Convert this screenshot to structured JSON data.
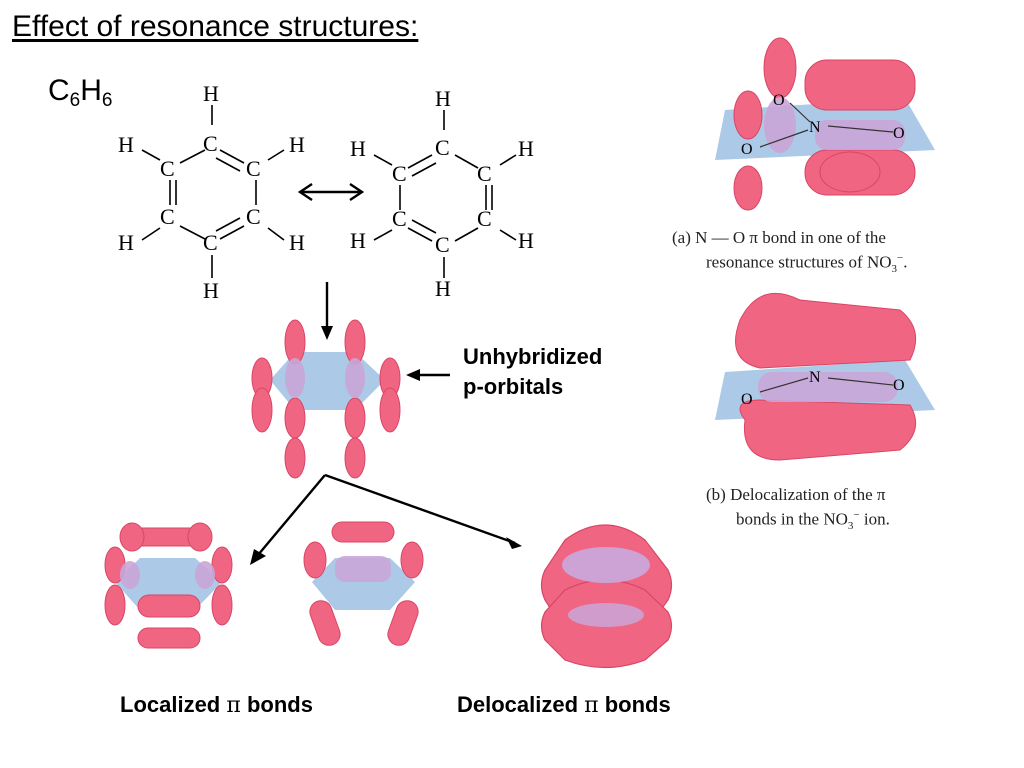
{
  "title": "Effect of resonance structures:",
  "formula": {
    "base1": "C",
    "sub1": "6",
    "base2": "H",
    "sub2": "6"
  },
  "atoms": {
    "carbon": "C",
    "hydrogen": "H",
    "nitrogen": "N",
    "oxygen": "O"
  },
  "resonance_arrow": "⟷",
  "p_orbital_label": {
    "line1": "Unhybridized",
    "line2": "p-orbitals"
  },
  "localized_label": {
    "pre": "Localized ",
    "pi": "π",
    "post": " bonds"
  },
  "delocalized_label": {
    "pre": "Delocalized ",
    "pi": "π",
    "post": " bonds"
  },
  "caption_a": {
    "line1": "(a) N — O π bond in one of the",
    "line2_pre": "resonance structures of NO",
    "line2_sub": "3",
    "line2_sup": "−",
    "line2_post": "."
  },
  "caption_b": {
    "line1": "(b) Delocalization of the π",
    "line2_pre": "bonds in the NO",
    "line2_sub": "3",
    "line2_sup": "−",
    "line2_post": " ion."
  },
  "colors": {
    "lobe": "#f06682",
    "lobe_dark": "#d94566",
    "plane": "#9dc0e3",
    "overlap": "#c9a6d8"
  }
}
